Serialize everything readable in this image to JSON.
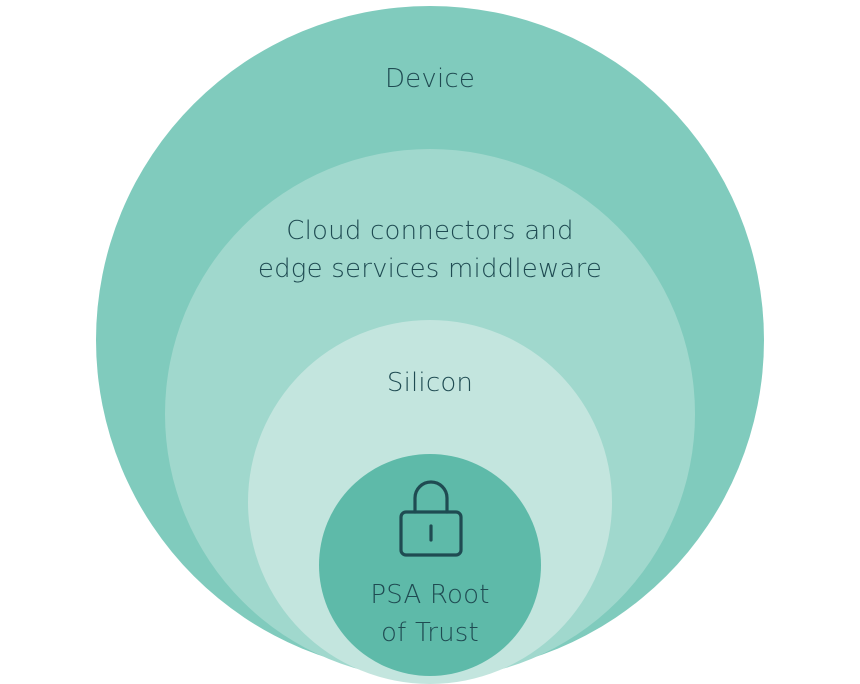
{
  "diagram": {
    "layers": [
      {
        "label": "Device",
        "color": "#80cbbd"
      },
      {
        "label_lines": [
          "Cloud connectors and",
          "edge services middleware"
        ],
        "color": "#a0d8cd"
      },
      {
        "label": "Silicon",
        "color": "#c3e5de"
      },
      {
        "label_lines": [
          "PSA Root",
          "of Trust"
        ],
        "color": "#5ebaa9",
        "icon": "lock-icon"
      }
    ],
    "text_color": "#1f4b52"
  }
}
